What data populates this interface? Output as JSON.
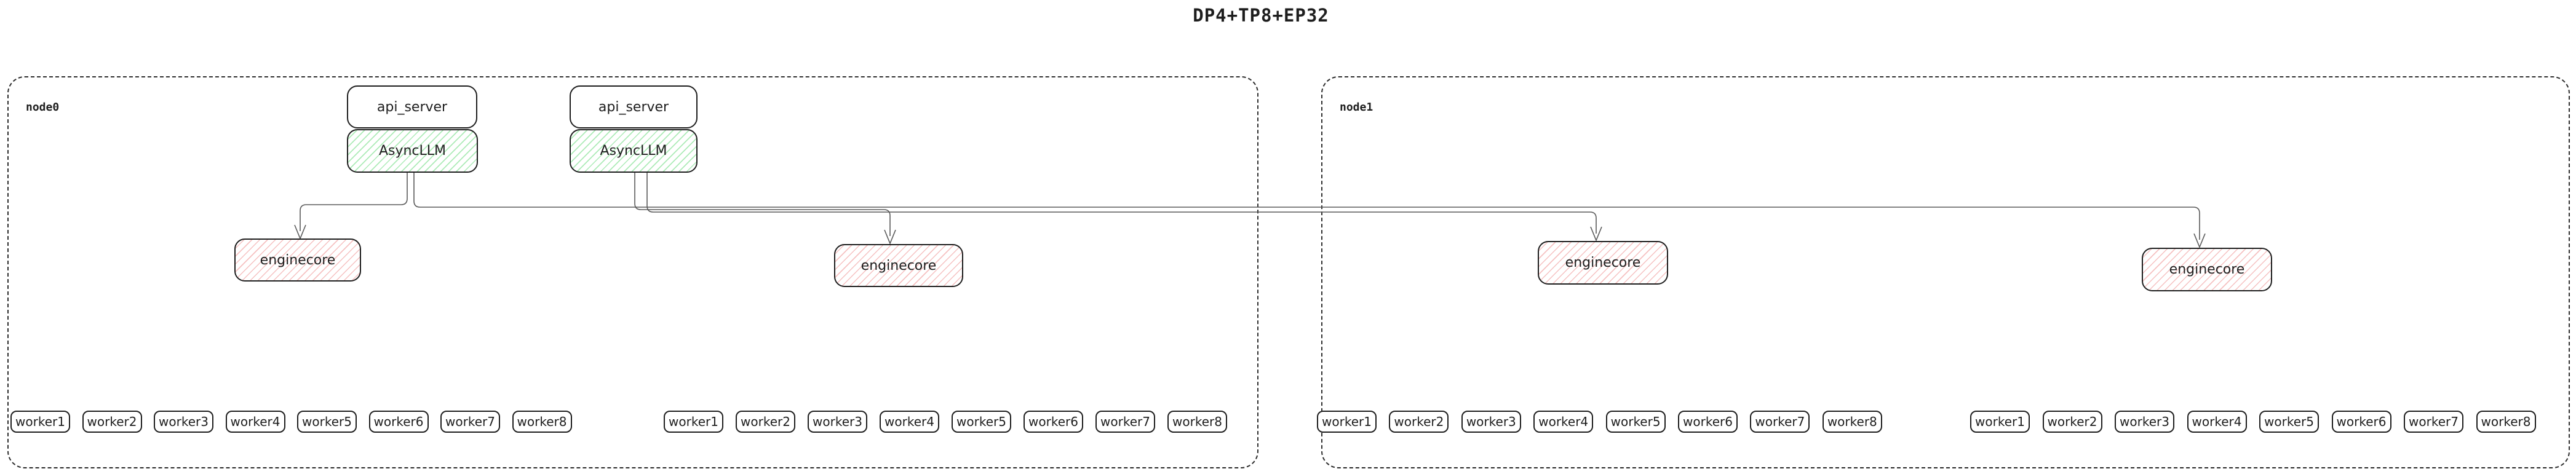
{
  "title": "DP4+TP8+EP32",
  "colors": {
    "box_border": "#1e1e1e",
    "node_border": "#2d2d2d",
    "asyncllm_hatch": "#69db7c",
    "enginecore_hatch": "#e03131",
    "connector_line": "#5a5a5a",
    "background": "#ffffff"
  },
  "nodes": [
    {
      "label": "node0",
      "api_servers": [
        {
          "label": "api_server"
        },
        {
          "label": "api_server"
        }
      ],
      "asyncllms": [
        {
          "label": "AsyncLLM"
        },
        {
          "label": "AsyncLLM"
        }
      ],
      "enginecores": [
        {
          "label": "enginecore"
        },
        {
          "label": "enginecore"
        }
      ],
      "worker_groups": [
        {
          "workers": [
            "worker1",
            "worker2",
            "worker3",
            "worker4",
            "worker5",
            "worker6",
            "worker7",
            "worker8"
          ]
        },
        {
          "workers": [
            "worker1",
            "worker2",
            "worker3",
            "worker4",
            "worker5",
            "worker6",
            "worker7",
            "worker8"
          ]
        }
      ]
    },
    {
      "label": "node1",
      "api_servers": [],
      "asyncllms": [],
      "enginecores": [
        {
          "label": "enginecore"
        },
        {
          "label": "enginecore"
        }
      ],
      "worker_groups": [
        {
          "workers": [
            "worker1",
            "worker2",
            "worker3",
            "worker4",
            "worker5",
            "worker6",
            "worker7",
            "worker8"
          ]
        },
        {
          "workers": [
            "worker1",
            "worker2",
            "worker3",
            "worker4",
            "worker5",
            "worker6",
            "worker7",
            "worker8"
          ]
        }
      ]
    }
  ]
}
